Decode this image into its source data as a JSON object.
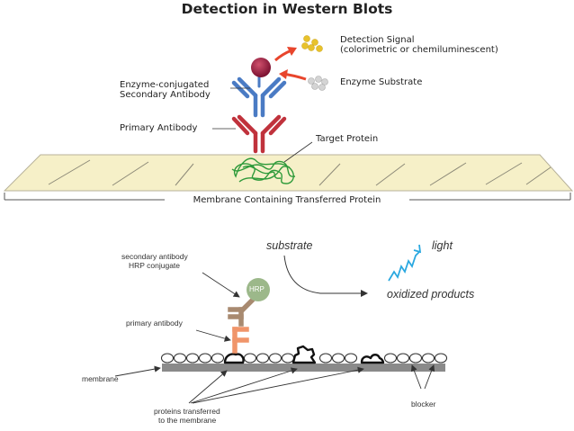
{
  "top_diagram": {
    "title": "Detection in Western Blots",
    "detection_signal_line1": "Detection Signal",
    "detection_signal_line2": "(colorimetric or chemiluminescent)",
    "enzyme_substrate": "Enzyme Substrate",
    "secondary_antibody_line1": "Enzyme-conjugated",
    "secondary_antibody_line2": "Secondary Antibody",
    "primary_antibody": "Primary Antibody",
    "target_protein": "Target Protein",
    "membrane": "Membrane Containing Transferred Protein",
    "colors": {
      "enzyme": "#8b1a3a",
      "secondary_antibody": "#4a7bc4",
      "primary_antibody": "#c0323c",
      "target_protein": "#2e9a3a",
      "membrane_fill": "#f6f0c8",
      "arrows": "#e8452c",
      "signal_dots": "#e8c22c",
      "substrate_dots": "#c9c9c9"
    }
  },
  "bottom_diagram": {
    "secondary_antibody_line1": "secondary antibody",
    "secondary_antibody_line2": "HRP conjugate",
    "hrp": "HRP",
    "primary_antibody": "primary antibody",
    "membrane": "membrane",
    "proteins_line1": "proteins transferred",
    "proteins_line2": "to the membrane",
    "blocker": "blocker",
    "substrate": "substrate",
    "light": "light",
    "oxidized_products": "oxidized products",
    "colors": {
      "hrp": "#9cb88a",
      "secondary_antibody": "#a88a70",
      "primary_antibody": "#f0956a",
      "membrane": "#8a8a8a",
      "light": "#2aa8e0"
    }
  }
}
